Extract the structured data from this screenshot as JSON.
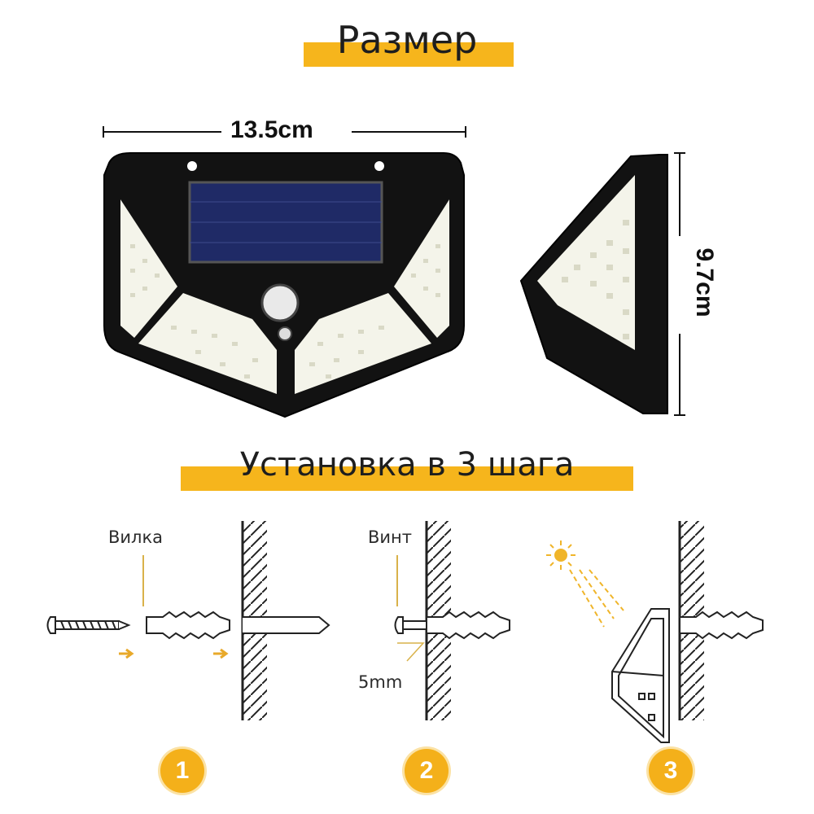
{
  "size_section": {
    "title": "Размер",
    "width_label": "13.5cm",
    "height_label": "9.7cm"
  },
  "install_section": {
    "title": "Установка в 3 шага",
    "plug_label": "Вилка",
    "screw_label": "Винт",
    "gap_label": "5mm",
    "steps": [
      "1",
      "2",
      "3"
    ]
  },
  "colors": {
    "accent": "#f6b51c",
    "product_body": "#111111",
    "led_panel": "#f4f4ea",
    "solar_panel": "#1f2a66"
  }
}
